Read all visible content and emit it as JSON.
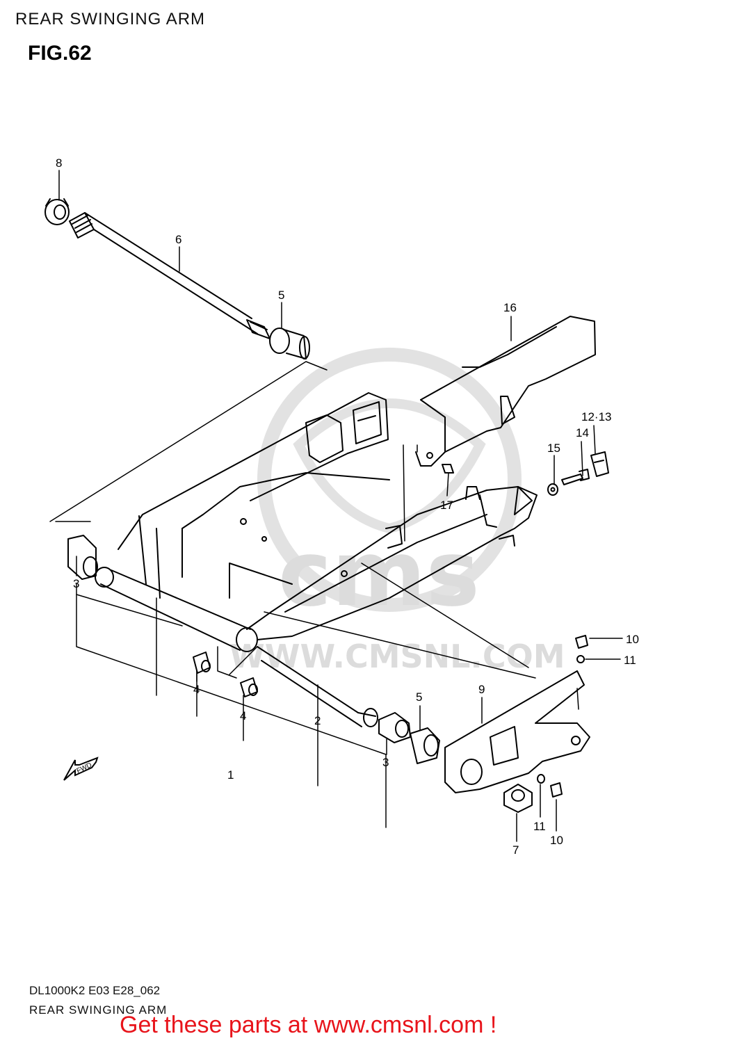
{
  "header": {
    "title": "REAR SWINGING ARM",
    "figure": "FIG.62"
  },
  "footer": {
    "code": "DL1000K2 E03 E28_062",
    "title": "REAR SWINGING ARM",
    "cta": "Get these parts at www.cmsnl.com !"
  },
  "watermark": {
    "logo": "cms",
    "url": "WWW.CMSNL.COM"
  },
  "fwd_label": "FWD",
  "callouts": {
    "c8": "8",
    "c6": "6",
    "c5a": "5",
    "c16": "16",
    "c12_13": "12·13",
    "c14": "14",
    "c15": "15",
    "c17": "17",
    "c3a": "3",
    "c10a": "10",
    "c11a": "11",
    "c9": "9",
    "c4a": "4",
    "c4b": "4",
    "c2": "2",
    "c5b": "5",
    "c3b": "3",
    "c1": "1",
    "c11b": "11",
    "c10b": "10",
    "c7": "7"
  },
  "colors": {
    "line": "#000000",
    "watermark": "#dcdcdc",
    "cta": "#e8141b"
  }
}
